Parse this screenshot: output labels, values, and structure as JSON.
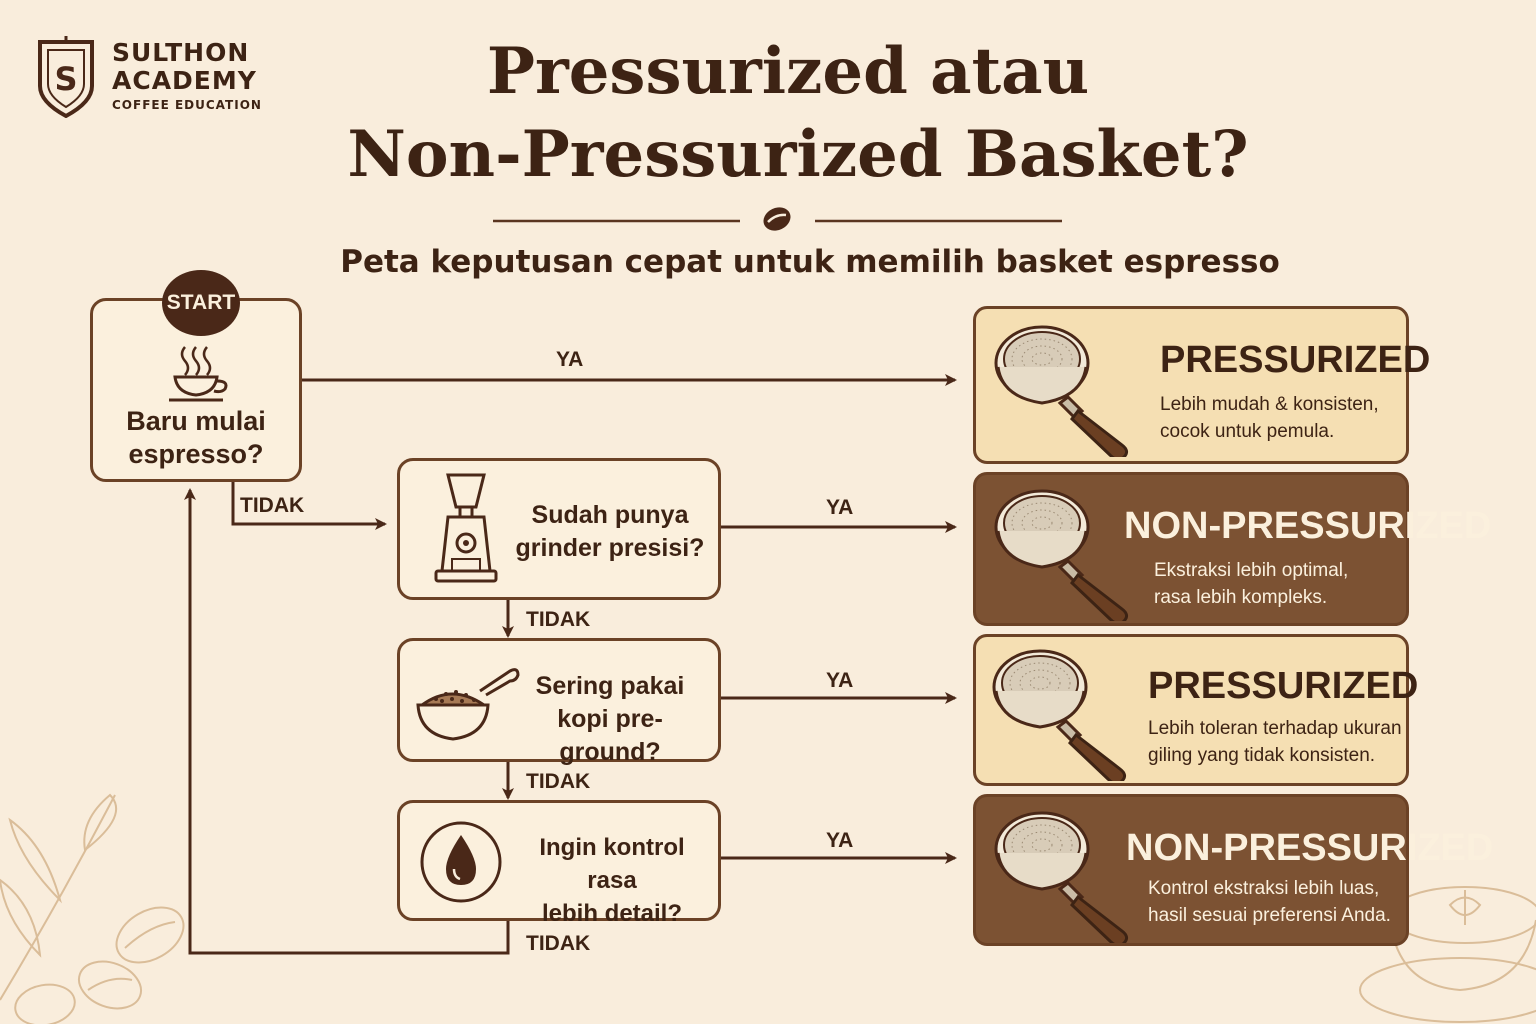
{
  "brand": {
    "initial": "S",
    "name_line1": "SULTHON",
    "name_line2": "ACADEMY",
    "tagline": "COFFEE EDUCATION"
  },
  "title": {
    "line1": "Pressurized atau",
    "line2": "Non-Pressurized Basket?"
  },
  "subtitle": "Peta keputusan cepat untuk memilih basket espresso",
  "flow": {
    "start_label": "START",
    "questions": [
      {
        "id": "q1",
        "line1": "Baru mulai",
        "line2": "espresso?",
        "icon": "coffee-cup-icon"
      },
      {
        "id": "q2",
        "line1": "Sudah punya",
        "line2": "grinder presisi?",
        "icon": "grinder-icon"
      },
      {
        "id": "q3",
        "line1": "Sering pakai",
        "line2": "kopi pre-ground?",
        "icon": "ground-coffee-bowl-icon"
      },
      {
        "id": "q4",
        "line1": "Ingin kontrol rasa",
        "line2": "lebih detail?",
        "icon": "water-drop-icon"
      }
    ],
    "yes_label": "YA",
    "no_label": "TIDAK",
    "results": [
      {
        "title": "PRESSURIZED",
        "desc_line1": "Lebih mudah & konsisten,",
        "desc_line2": "cocok untuk pemula.",
        "tone": "light"
      },
      {
        "title": "NON-PRESSURIZED",
        "desc_line1": "Ekstraksi lebih optimal,",
        "desc_line2": "rasa lebih kompleks.",
        "tone": "dark"
      },
      {
        "title": "PRESSURIZED",
        "desc_line1": "Lebih toleran terhadap ukuran",
        "desc_line2": "giling yang tidak konsisten.",
        "tone": "light"
      },
      {
        "title": "NON-PRESSURIZED",
        "desc_line1": "Kontrol ekstraksi lebih luas,",
        "desc_line2": "hasil sesuai preferensi Anda.",
        "tone": "dark"
      }
    ]
  },
  "colors": {
    "background": "#f9eddc",
    "ink": "#3d2314",
    "line": "#5a3520",
    "card_light": "#f5dfb3",
    "card_dark": "#7c5233"
  }
}
